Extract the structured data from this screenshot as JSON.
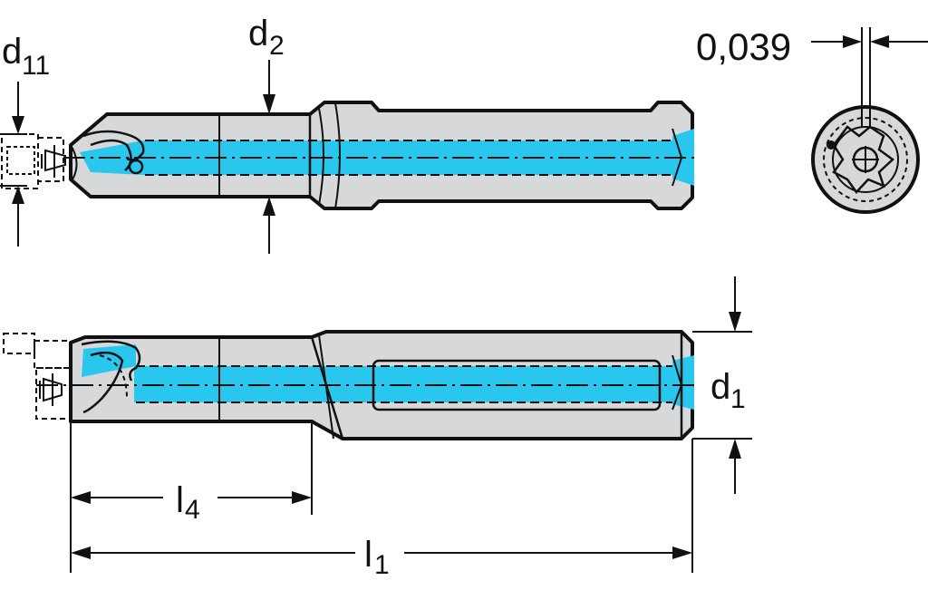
{
  "labels": {
    "d11_main": "d",
    "d11_sub": "11",
    "d2_main": "d",
    "d2_sub": "2",
    "d1_main": "d",
    "d1_sub": "1",
    "l4_main": "l",
    "l4_sub": "4",
    "l1_main": "l",
    "l1_sub": "1",
    "offset": "0,039"
  },
  "colors": {
    "coolant": "#29c6ee",
    "body": "#d6d8da",
    "outline": "#111111"
  }
}
